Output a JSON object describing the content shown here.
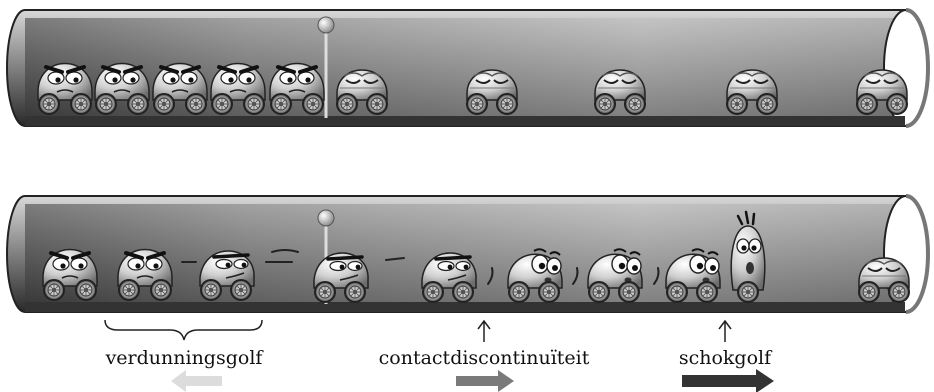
{
  "labels": {
    "rarefaction": "verdunningsgolf",
    "contact": "contactdiscontinuïteit",
    "shock": "schokgolf"
  },
  "colors": {
    "tube_dark": "#3a3a3a",
    "tube_light": "#e6e6e6",
    "arrow_light": "#dcdcdc",
    "arrow_mid": "#7a7a7a",
    "arrow_dark": "#333333"
  },
  "icons": {
    "car_frown": "grumpy-car-icon",
    "car_sleep": "sleeping-car-icon",
    "car_fast": "speeding-car-icon",
    "car_surprised": "surprised-car-icon",
    "car_crash": "crashing-car-icon",
    "barrier": "barrier-pole-icon"
  }
}
